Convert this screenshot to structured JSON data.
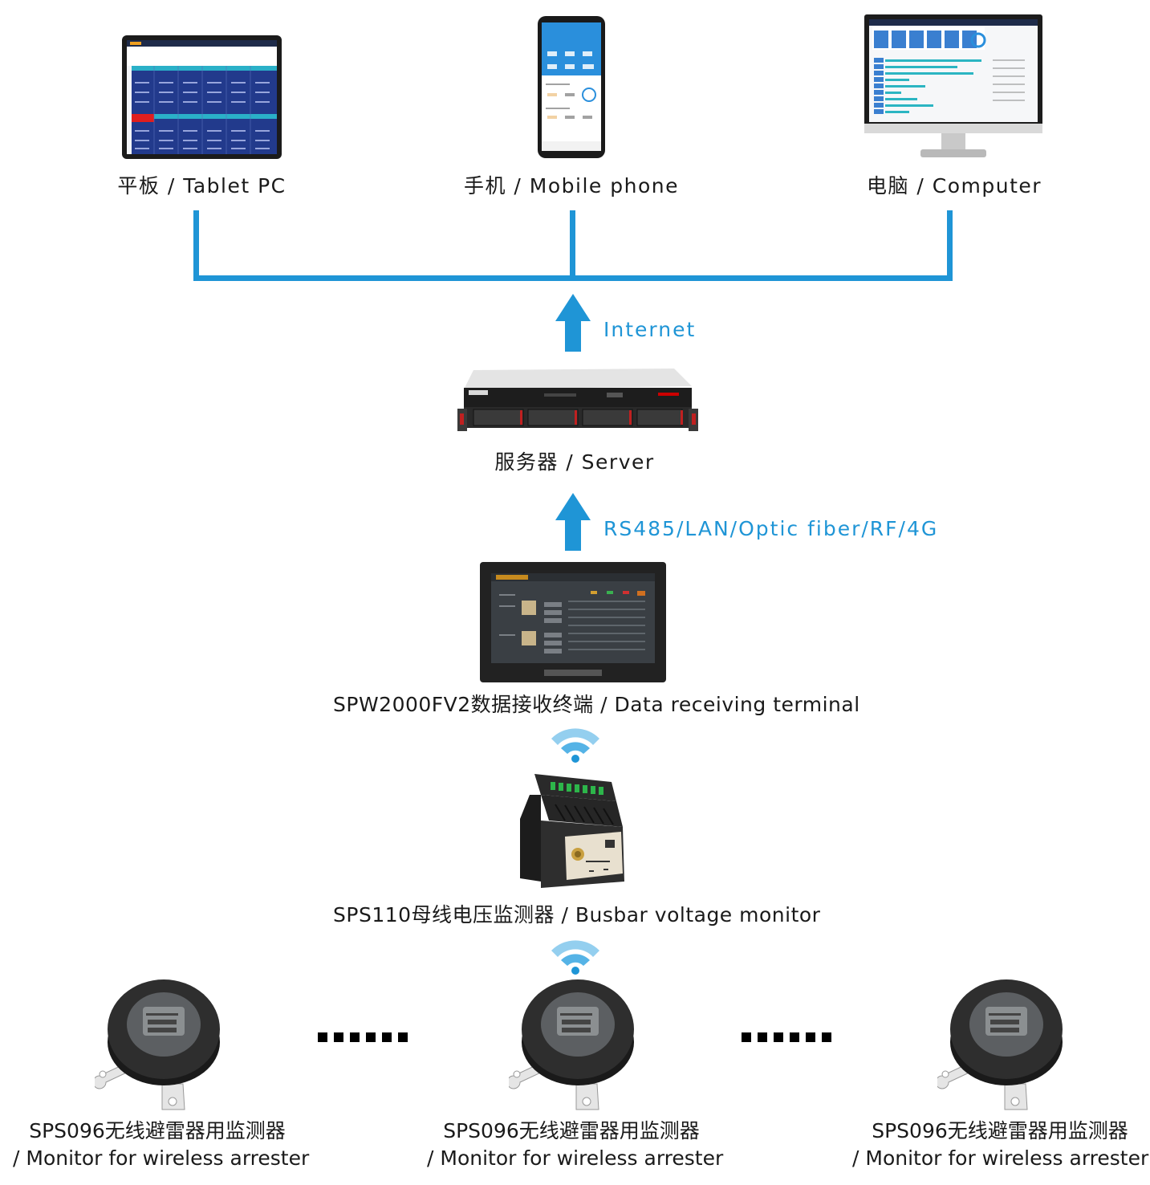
{
  "devices": {
    "tablet": "平板 / Tablet PC",
    "mobile": "手机 / Mobile phone",
    "computer": "电脑 / Computer"
  },
  "links": {
    "internet": "Internet",
    "comm": "RS485/LAN/Optic fiber/RF/4G"
  },
  "server": {
    "label": "服务器 / Server"
  },
  "terminal": {
    "label": "SPW2000FV2数据接收终端 / Data receiving terminal"
  },
  "busbar": {
    "label": "SPS110母线电压监测器 / Busbar voltage monitor"
  },
  "monitors": [
    {
      "line1": "SPS096无线避雷器用监测器",
      "line2": "/ Monitor for wireless arrester"
    },
    {
      "line1": "SPS096无线避雷器用监测器",
      "line2": "/ Monitor for wireless arrester"
    },
    {
      "line1": "SPS096无线避雷器用监测器",
      "line2": "/ Monitor for wireless arrester"
    }
  ],
  "colors": {
    "accent": "#1f95d6"
  }
}
